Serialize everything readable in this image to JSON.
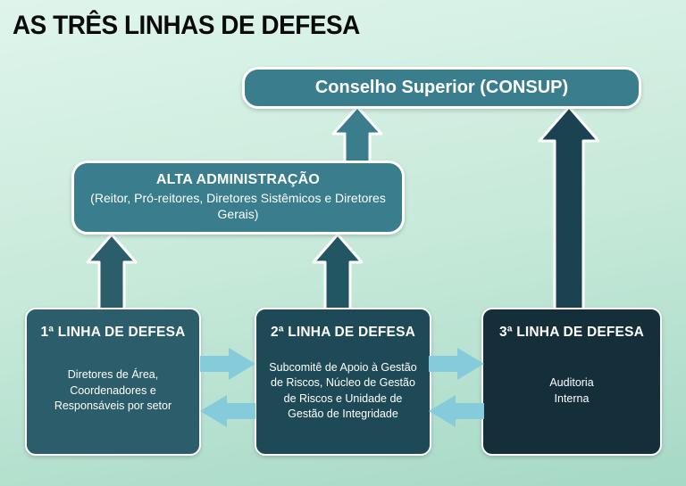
{
  "title": "AS TRÊS LINHAS DE DEFESA",
  "consup": {
    "label": "Conselho Superior (CONSUP)"
  },
  "alta": {
    "title": "ALTA ADMINISTRAÇÃO",
    "subtitle": "(Reitor, Pró-reitores, Diretores Sistêmicos e Diretores Gerais)"
  },
  "lines": [
    {
      "title": "1ª LINHA DE DEFESA",
      "body": "Diretores de Área, Coordenadores e Responsáveis por setor"
    },
    {
      "title": "2ª LINHA DE DEFESA",
      "body": "Subcomitê de Apoio à Gestão de Riscos, Núcleo de Gestão de Riscos e Unidade de Gestão de Integridade"
    },
    {
      "title": "3ª LINHA DE DEFESA",
      "body": "Auditoria\nInterna"
    }
  ],
  "colors": {
    "background_top": "#dff5ec",
    "background_bottom": "#a6d9c6",
    "consup_fill": "#3a7e8e",
    "alta_fill": "#3a7e8e",
    "line1_fill": "#2c5d6b",
    "line2_fill": "#1e4a57",
    "line3_fill": "#142f3a",
    "arrow_line1": "#2c5d6b",
    "arrow_line2": "#235663",
    "arrow_alta": "#3a7e8e",
    "arrow_line3": "#1b4250",
    "horizontal_arrow": "#85cbdc",
    "outline": "#ffffff"
  }
}
